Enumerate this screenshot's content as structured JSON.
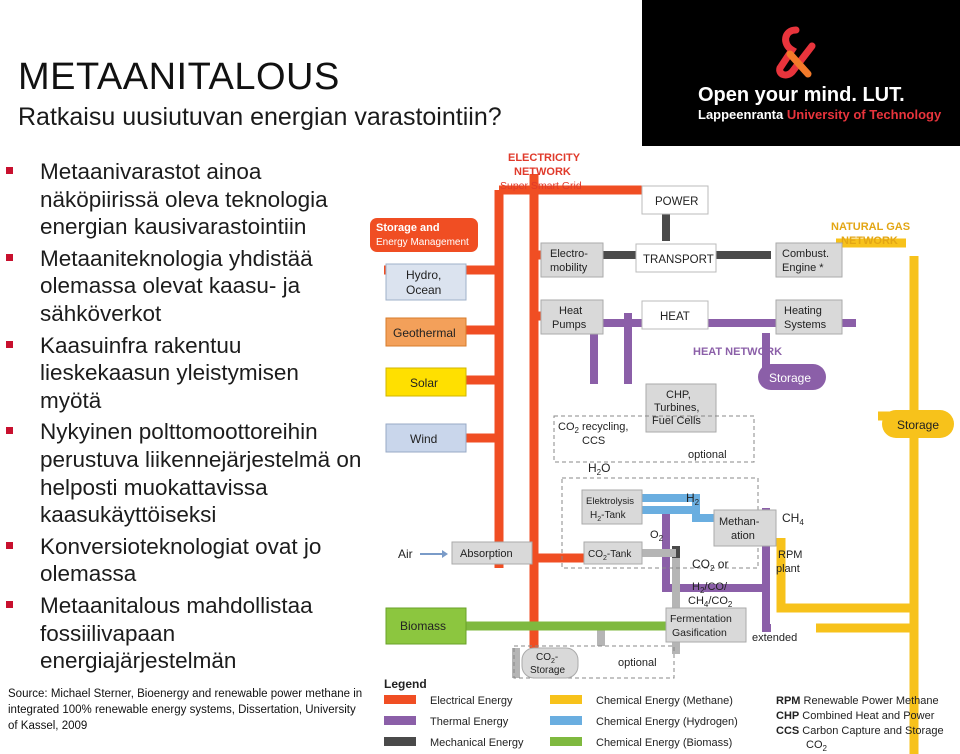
{
  "header": {
    "title": "METAANITALOUS",
    "subtitle": "Ratkaisu uusiutuvan energian varastointiin?"
  },
  "logo": {
    "tagline": "Open your mind. LUT.",
    "university_prefix": "Lappeenranta ",
    "university_highlight": "University of Technology",
    "icon": "lut-ampersand-logo-icon"
  },
  "bullets": [
    "Metaanivarastot ainoa näköpiirissä oleva teknologia energian kausivarastointiin",
    "Metaaniteknologia yhdistää olemassa olevat kaasu- ja sähköverkot",
    "Kaasuinfra rakentuu lieskekaasun yleistymisen myötä",
    "Nykyinen polttomoottoreihin perustuva liikennejärjestelmä on helposti muokattavissa kaasukäyttöiseksi",
    "Konversioteknologiat ovat jo olemassa",
    "Metaanitalous mahdollistaa fossiilivapaan energiajärjestelmän"
  ],
  "source": "Source: Michael Sterner, Bioenergy and renewable power methane in integrated 100% renewable energy systems, Dissertation, University of Kassel, 2009",
  "diagram": {
    "electricity_network_1": "ELECTRICITY",
    "electricity_network_2": "NETWORK",
    "super_smart_grid": "Super Smart Grid",
    "natural_gas_network_1": "NATURAL GAS",
    "natural_gas_network_2": "NETWORK",
    "heat_network": "HEAT NETWORK",
    "storage_mgmt_1": "Storage and",
    "storage_mgmt_2": "Energy Management",
    "hydro_1": "Hydro,",
    "hydro_2": "Ocean",
    "geothermal": "Geothermal",
    "solar": "Solar",
    "wind": "Wind",
    "air": "Air",
    "biomass": "Biomass",
    "power": "POWER",
    "transport": "TRANSPORT",
    "heat": "HEAT",
    "electromobility_1": "Electro-",
    "electromobility_2": "mobility",
    "heat_pumps_1": "Heat",
    "heat_pumps_2": "Pumps",
    "combust_1": "Combust.",
    "combust_2": "Engine *",
    "heating_1": "Heating",
    "heating_2": "Systems",
    "heat_storage": "Storage",
    "gas_storage": "Storage",
    "chp_1": "CHP,",
    "chp_2": "Turbines,",
    "chp_3": "Fuel Cells",
    "co2_recycling_1": "recycling,",
    "co2_recycling_2": "CCS",
    "optional_1": "optional",
    "h2o": "O",
    "h2": "H",
    "elektrolysis_1": "Elektrolysis",
    "elektrolysis_2": "-Tank",
    "methanation_1": "Methan-",
    "methanation_2": "ation",
    "ch4": "CH",
    "o2": "O",
    "absorption": "Absorption",
    "co2_tank": "-Tank",
    "co2_or": "or",
    "rpm_1": "RPM",
    "rpm_2": "plant",
    "syngas_1": "/CO/",
    "syngas_2": "/CO",
    "fermentation_1": "Fermentation",
    "fermentation_2": "Gasification",
    "extended": "extended",
    "co2_storage": "Storage",
    "optional_2": "optional",
    "legend_title": "Legend",
    "legend": [
      {
        "label": "Electrical Energy",
        "color": "#f04e23"
      },
      {
        "label": "Thermal Energy",
        "color": "#8b5fa8"
      },
      {
        "label": "Mechanical Energy",
        "color": "#4a4a4a"
      },
      {
        "label": "Chemical Energy (Methane)",
        "color": "#f7c21b"
      },
      {
        "label": "Chemical Energy (Hydrogen)",
        "color": "#6aaee0"
      },
      {
        "label": "Chemical Energy (Biomass)",
        "color": "#7fb93f"
      }
    ],
    "abbrev": [
      {
        "abbr": "RPM",
        "text": "Renewable Power Methane"
      },
      {
        "abbr": "CHP",
        "text": "Combined Heat and Power"
      },
      {
        "abbr": "CCS",
        "text": "Carbon Capture and Storage"
      }
    ],
    "co2_last": "CO"
  },
  "colors": {
    "electric": "#f04e23",
    "thermal": "#8b5fa8",
    "mechanical": "#4a4a4a",
    "methane": "#f7c21b",
    "hydrogen": "#6aaee0",
    "biomass": "#7fb93f",
    "accent_red": "#c8102e"
  }
}
